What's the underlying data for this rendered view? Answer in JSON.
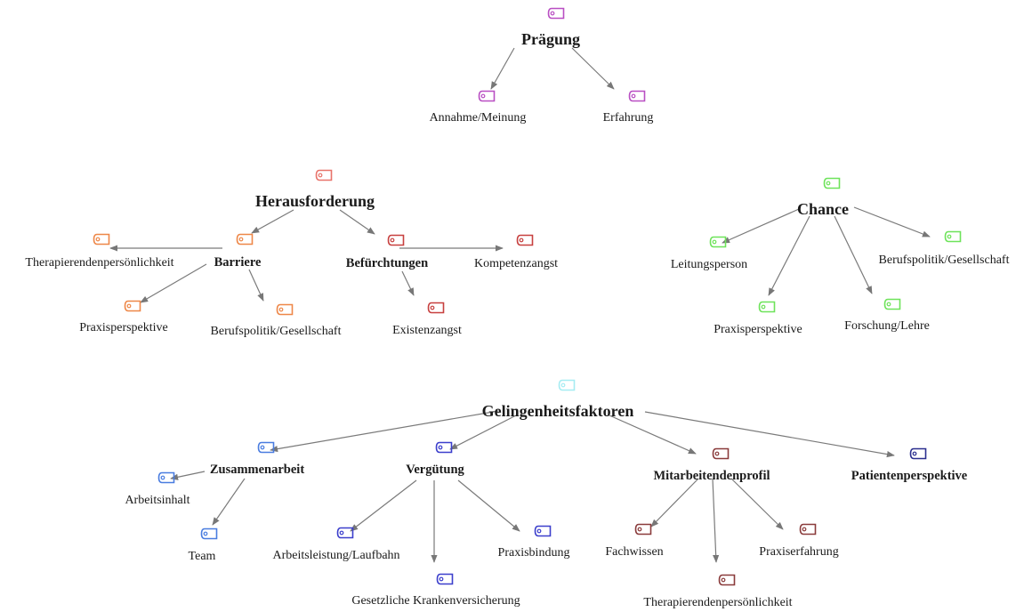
{
  "title": "Code hierarchy diagram",
  "groups": [
    {
      "id": "praegung",
      "root": {
        "label": "Prägung",
        "color": "#b94fc3"
      },
      "children": [
        {
          "label": "Annahme/Meinung",
          "color": "#b94fc3"
        },
        {
          "label": "Erfahrung",
          "color": "#b94fc3"
        }
      ]
    },
    {
      "id": "herausforderung",
      "root": {
        "label": "Herausforderung",
        "color": "#e8736a"
      },
      "subgroups": [
        {
          "label": "Barriere",
          "color": "#ee8748",
          "children": [
            {
              "label": "Therapierendenpersönlichkeit",
              "color": "#ee8748"
            },
            {
              "label": "Praxisperspektive",
              "color": "#ee8748"
            },
            {
              "label": "Berufspolitik/Gesellschaft",
              "color": "#ee8748"
            }
          ]
        },
        {
          "label": "Befürchtungen",
          "color": "#c7403f",
          "children": [
            {
              "label": "Kompetenzangst",
              "color": "#c7403f"
            },
            {
              "label": "Existenzangst",
              "color": "#c7403f"
            }
          ]
        }
      ]
    },
    {
      "id": "chance",
      "root": {
        "label": "Chance",
        "color": "#6ee35a"
      },
      "children": [
        {
          "label": "Leitungsperson",
          "color": "#6ee35a"
        },
        {
          "label": "Praxisperspektive",
          "color": "#6ee35a"
        },
        {
          "label": "Forschung/Lehre",
          "color": "#6ee35a"
        },
        {
          "label": "Berufspolitik/Gesellschaft",
          "color": "#6ee35a"
        }
      ]
    },
    {
      "id": "gelingenheitsfaktoren",
      "root": {
        "label": "Gelingenheitsfaktoren",
        "color": "#a6ecf2"
      },
      "subgroups": [
        {
          "label": "Zusammenarbeit",
          "color": "#4a7de0",
          "children": [
            {
              "label": "Arbeitsinhalt",
              "color": "#4a7de0"
            },
            {
              "label": "Team",
              "color": "#4a7de0"
            }
          ]
        },
        {
          "label": "Vergütung",
          "color": "#3c3fcc",
          "children": [
            {
              "label": "Arbeitsleistung/Laufbahn",
              "color": "#3c3fcc"
            },
            {
              "label": "Gesetzliche Krankenversicherung",
              "color": "#3c3fcc"
            },
            {
              "label": "Praxisbindung",
              "color": "#3c3fcc"
            }
          ]
        },
        {
          "label": "Mitarbeitendenprofil",
          "color": "#8a3b3b",
          "children": [
            {
              "label": "Fachwissen",
              "color": "#8a3b3b"
            },
            {
              "label": "Therapierendenpersönlichkeit",
              "color": "#8a3b3b"
            },
            {
              "label": "Praxiserfahrung",
              "color": "#8a3b3b"
            }
          ]
        },
        {
          "label": "Patientenperspektive",
          "color": "#2b2f8f",
          "children": []
        }
      ]
    }
  ],
  "edge_color": "#7a7a7a"
}
